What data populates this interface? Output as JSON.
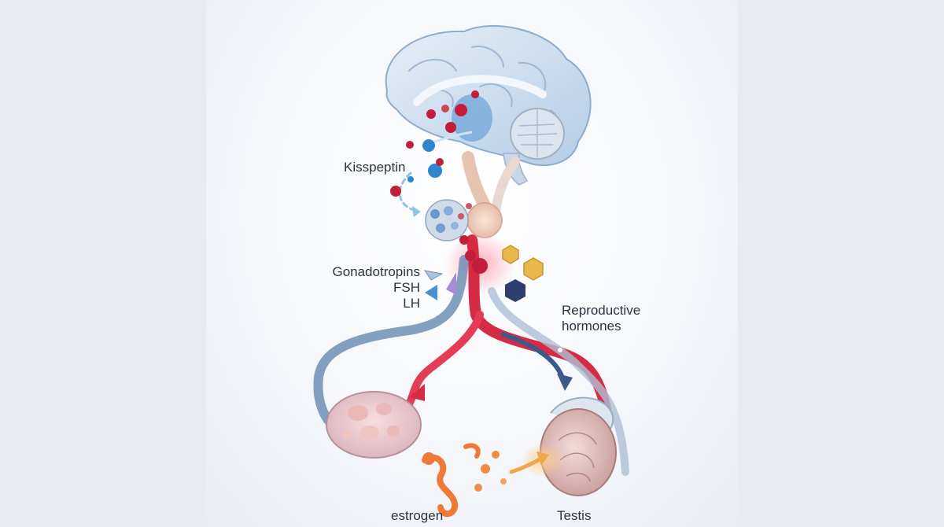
{
  "labels": {
    "kisspeptin": "Kisspeptin",
    "gonadotropins": "Gonadotropins",
    "fsh": "FSH",
    "lh": "LH",
    "reproductive_hormones_line1": "Reproductive",
    "reproductive_hormones_line2": "hormones",
    "estrogen": "estrogen",
    "testis": "Testis"
  },
  "colors": {
    "brain": "#c9dcef",
    "vessel_red": "#d62b45",
    "vessel_blue": "#5c7ea6",
    "molecule_red": "#c21d3a",
    "molecule_blue": "#2f86cf",
    "hormone_gold": "#e8b84a",
    "hormone_navy": "#2d3f6e",
    "estrogen_orange": "#f07a35",
    "fsh_blue": "#4b8fd0",
    "lh_purple": "#a88ad6"
  }
}
